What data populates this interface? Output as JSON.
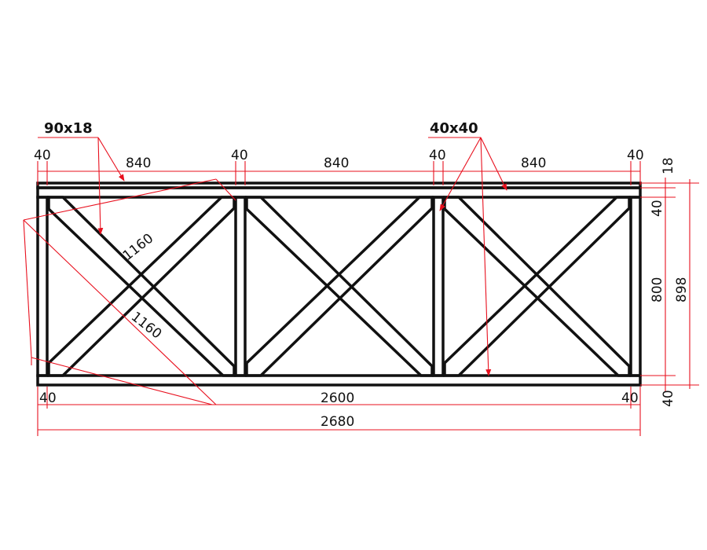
{
  "drawing": {
    "callouts": {
      "rail_section": "90x18",
      "post_section": "40x40"
    },
    "top_dimensions": {
      "post_left": "40",
      "bay_1": "840",
      "post_2": "40",
      "bay_2": "840",
      "post_3": "40",
      "bay_3": "840",
      "post_right": "40",
      "rail_thickness": "18"
    },
    "right_dimensions": {
      "top_rail": "40",
      "infill_height": "800",
      "total_height": "898",
      "bottom_rail": "40"
    },
    "diagonal_dimensions": {
      "brace_a": "1160",
      "brace_b": "1160"
    },
    "bottom_dimensions": {
      "post_left": "40",
      "inner_span": "2600",
      "post_right": "40",
      "overall_length": "2680"
    },
    "colors": {
      "frame_lines": "#111111",
      "dimension_lines": "#e8101e",
      "background": "#ffffff"
    }
  }
}
